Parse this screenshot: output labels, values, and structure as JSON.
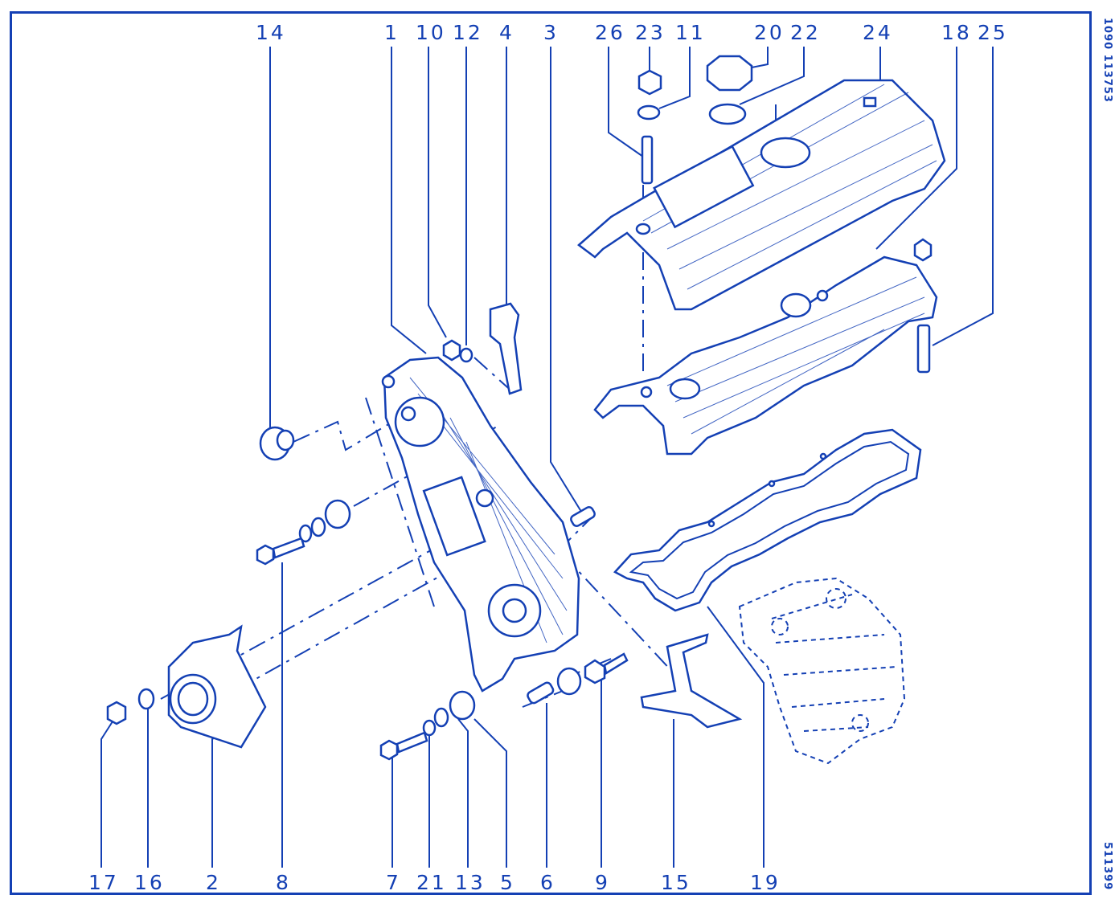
{
  "callouts_top": [
    "14",
    "1",
    "10",
    "12",
    "4",
    "3",
    "26",
    "23",
    "11",
    "20",
    "22",
    "24",
    "18",
    "25"
  ],
  "callouts_bottom": [
    "17",
    "16",
    "2",
    "8",
    "7",
    "21",
    "13",
    "5",
    "6",
    "9",
    "15",
    "19"
  ],
  "side_codes": {
    "top": "1090 113753",
    "bottom": "511399"
  },
  "colors": {
    "ink": "#1440b4",
    "paper": "#ffffff"
  }
}
